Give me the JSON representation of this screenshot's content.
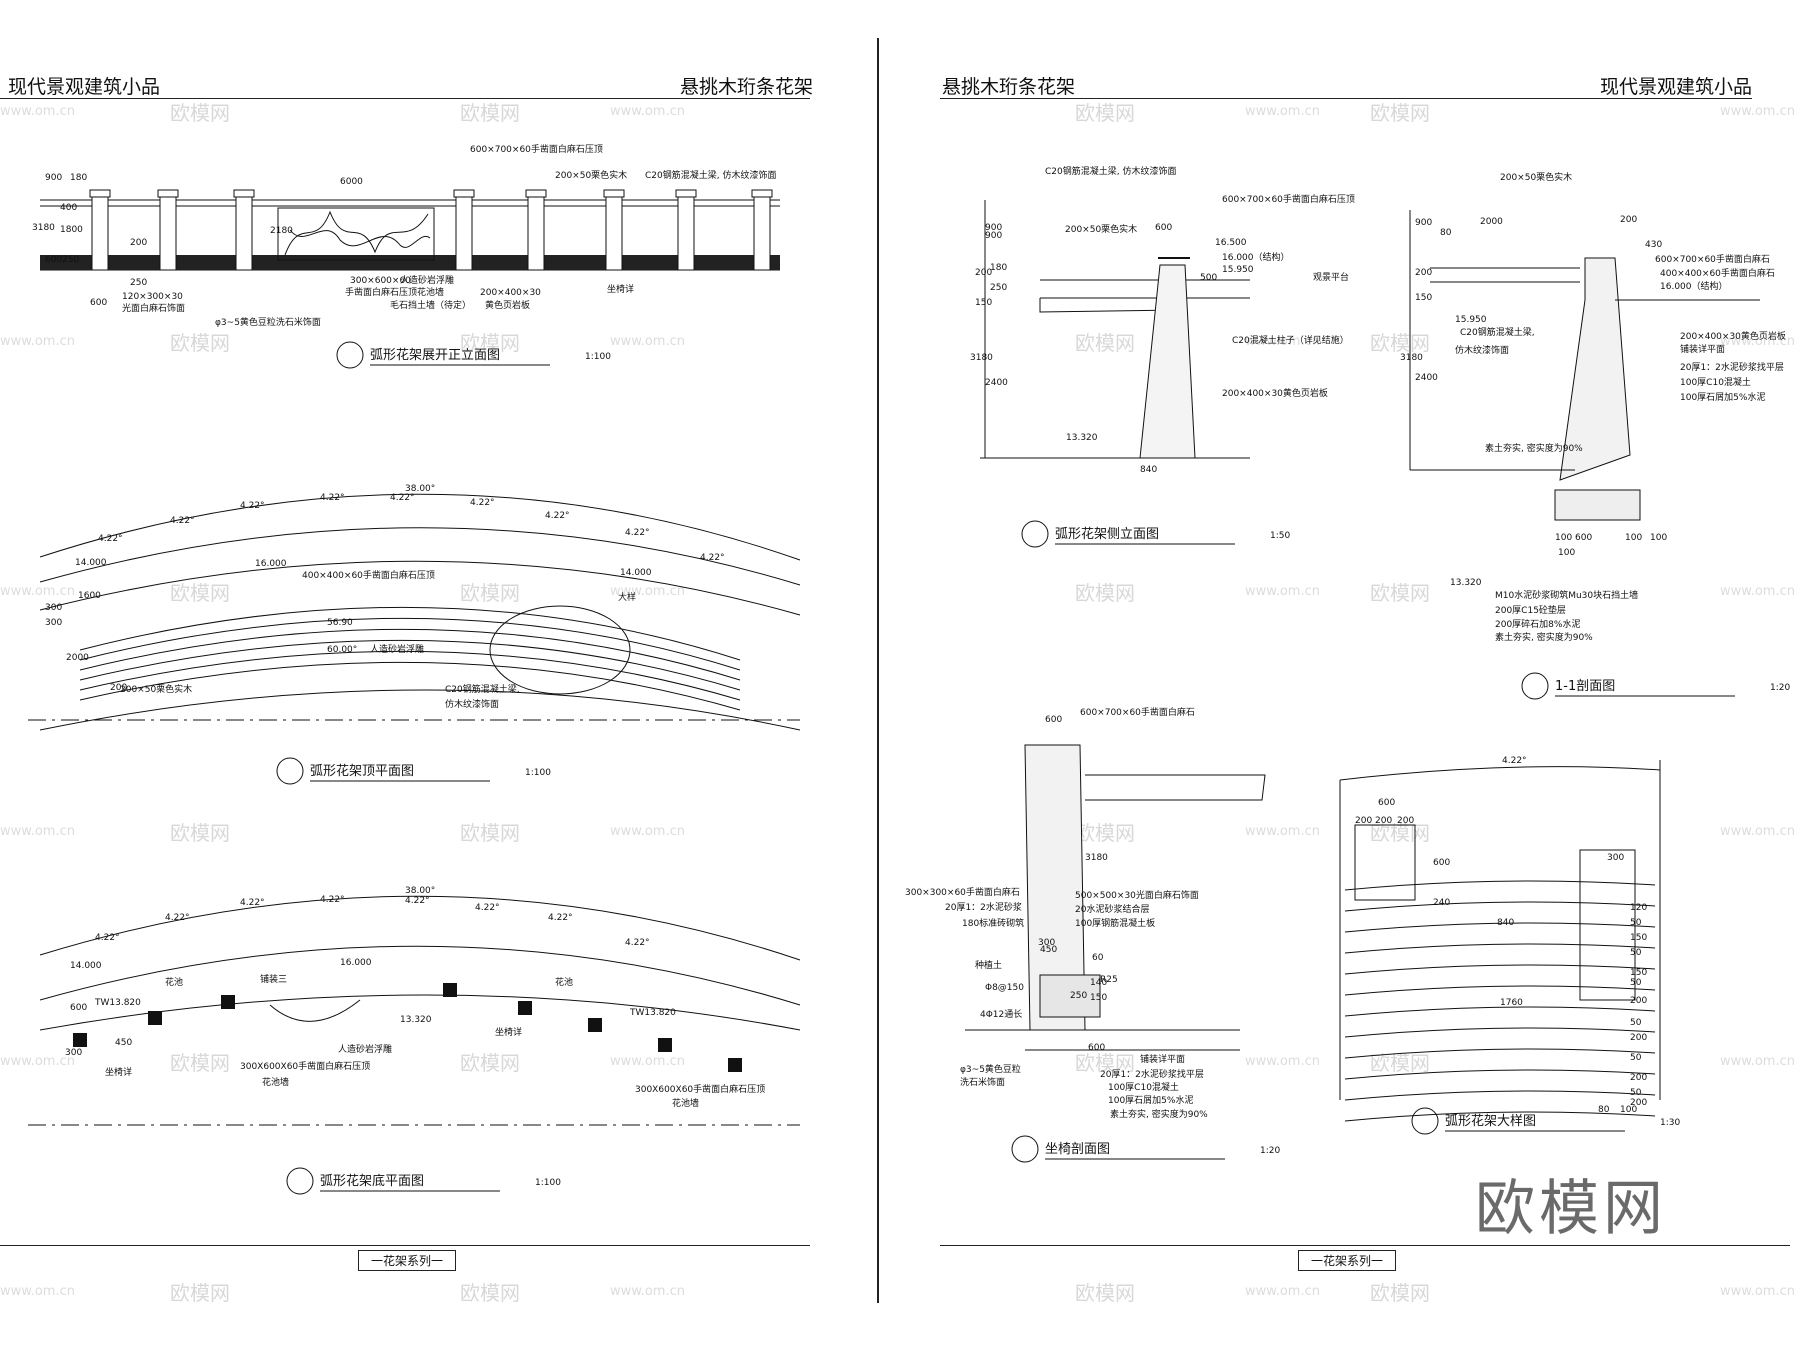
{
  "left": {
    "header_left": "现代景观建筑小品",
    "header_right": "悬挑木珩条花架",
    "footer": "一花架系列一",
    "elevation": {
      "title": "弧形花架展开正立面图",
      "scale": "1:100",
      "labels": [
        "600×700×60手凿面白麻石压顶",
        "200×50栗色实木",
        "C20钢筋混凝土梁, 仿木纹漆饰面",
        "6000",
        "300×600×60",
        "手凿面白麻石压顶花池墙",
        "人造砂岩浮雕",
        "毛石挡土墙（待定）",
        "200×400×30",
        "黄色页岩板",
        "坐椅详",
        "120×300×30",
        "光面白麻石饰面",
        "φ3~5黄色豆粒洗石米饰面",
        "600",
        "250",
        "200",
        "2180",
        "900",
        "180",
        "400",
        "1800",
        "3180",
        "600",
        "250"
      ]
    },
    "top_plan": {
      "title": "弧形花架顶平面图",
      "scale": "1:100",
      "labels": [
        "38.00°",
        "4.22°",
        "4.22°",
        "4.22°",
        "4.22°",
        "4.22°",
        "4.22°",
        "4.22°",
        "4.22°",
        "4.22°",
        "14.000",
        "16.000",
        "14.000",
        "400×400×60手凿面白麻石压顶",
        "56.90",
        "60.00°",
        "人造砂岩浮雕",
        "大样",
        "1600",
        "300",
        "300",
        "2000",
        "200",
        "200×50栗色实木",
        "C20钢筋混凝土梁,",
        "仿木纹漆饰面"
      ]
    },
    "bottom_plan": {
      "title": "弧形花架底平面图",
      "scale": "1:100",
      "labels": [
        "38.00°",
        "4.22°",
        "4.22°",
        "4.22°",
        "4.22°",
        "4.22°",
        "4.22°",
        "4.22°",
        "4.22°",
        "14.000",
        "花池",
        "铺装三",
        "16.000",
        "花池",
        "TW13.820",
        "TW13.820",
        "13.320",
        "人造砂岩浮雕",
        "坐椅详",
        "坐椅详",
        "300X600X60手凿面白麻石压顶",
        "花池墙",
        "300X600X60手凿面白麻石压顶",
        "花池墙",
        "600",
        "450",
        "300"
      ]
    }
  },
  "right": {
    "header_left": "悬挑木珩条花架",
    "header_right": "现代景观建筑小品",
    "footer": "一花架系列一",
    "side_elevation": {
      "title": "弧形花架侧立面图",
      "scale": "1:50",
      "labels": [
        "C20钢筋混凝土梁, 仿木纹漆饰面",
        "600×700×60手凿面白麻石压顶",
        "200×50栗色实木",
        "600",
        "16.500",
        "16.000（结构）",
        "15.950",
        "观景平台",
        "C20混凝土柱子（详见结施）",
        "200×400×30黄色页岩板",
        "13.320",
        "840",
        "900",
        "900",
        "200",
        "180",
        "250",
        "150",
        "3180",
        "2400",
        "500"
      ]
    },
    "section_1_1": {
      "title": "1-1剖面图",
      "scale": "1:20",
      "labels": [
        "200×50栗色实木",
        "2000",
        "80",
        "200",
        "430",
        "600×700×60手凿面白麻石",
        "400×400×60手凿面白麻石",
        "16.000（结构）",
        "15.950",
        "C20钢筋混凝土梁,",
        "仿木纹漆饰面",
        "200×400×30黄色页岩板",
        "铺装详平面",
        "20厚1：2水泥砂浆找平层",
        "100厚C10混凝土",
        "100厚石屑加5%水泥",
        "素土夯实, 密实度为90%",
        "13.320",
        "M10水泥砂浆砌筑Mu30块石挡土墙",
        "200厚C15砼垫层",
        "200厚碎石加8%水泥",
        "素土夯实, 密实度为90%",
        "100",
        "600",
        "100",
        "100",
        "100",
        "900",
        "3180",
        "2400",
        "200",
        "150"
      ]
    },
    "bench_section": {
      "title": "坐椅剖面图",
      "scale": "1:20",
      "labels": [
        "600",
        "600×700×60手凿面白麻石",
        "300×300×60手凿面白麻石",
        "20厚1：2水泥砂浆",
        "180标准砖砌筑",
        "种植土",
        "Φ8@150",
        "4Φ12通长",
        "500×500×30光面白麻石饰面",
        "20水泥砂浆结合层",
        "100厚钢筋混凝土板",
        "3180",
        "R25",
        "铺装详平面",
        "20厚1：2水泥砂浆找平层",
        "100厚C10混凝土",
        "100厚石屑加5%水泥",
        "素土夯实, 密实度为90%",
        "φ3~5黄色豆粒",
        "洗石米饰面",
        "300",
        "450",
        "60",
        "250",
        "140",
        "150",
        "600"
      ]
    },
    "detail": {
      "title": "弧形花架大样图",
      "scale": "1:30",
      "labels": [
        "4.22°",
        "600",
        "200",
        "200",
        "200",
        "600",
        "240",
        "840",
        "1760",
        "300",
        "120",
        "50",
        "150",
        "50",
        "150",
        "50",
        "200",
        "50",
        "200",
        "50",
        "200",
        "50",
        "200",
        "100",
        "80"
      ]
    }
  },
  "watermarks": {
    "brand": "欧模网",
    "url": "www.om.cn",
    "big": "欧模网"
  }
}
